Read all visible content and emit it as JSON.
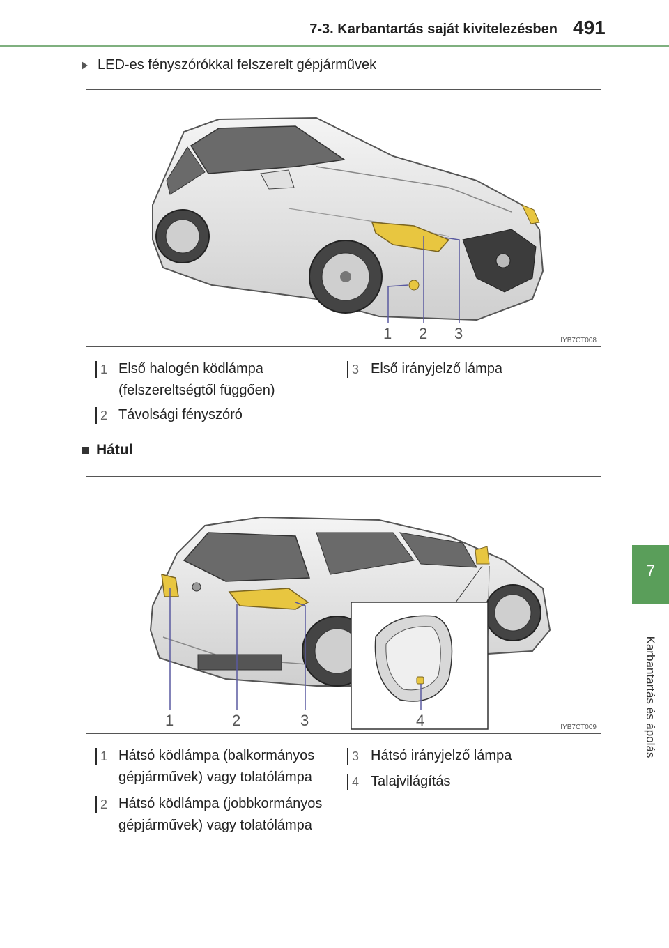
{
  "header": {
    "title": "7-3. Karbantartás saját kivitelezésben",
    "page_number": "491"
  },
  "side_tab": {
    "number": "7",
    "label": "Karbantartás és ápolás"
  },
  "front": {
    "subheading": "LED-es fényszórókkal felszerelt gépjárművek",
    "figure_code": "IYB7CT008",
    "callouts": [
      "1",
      "2",
      "3"
    ],
    "legend": [
      {
        "num": "1",
        "lines": [
          "Első halogén ködlámpa",
          "(felszereltségtől függően)"
        ]
      },
      {
        "num": "2",
        "lines": [
          "Távolsági fényszóró"
        ]
      },
      {
        "num": "3",
        "lines": [
          "Első irányjelző lámpa"
        ]
      }
    ]
  },
  "rear": {
    "heading": "Hátul",
    "figure_code": "IYB7CT009",
    "callouts": [
      "1",
      "2",
      "3",
      "4"
    ],
    "legend": [
      {
        "num": "1",
        "lines": [
          "Hátsó ködlámpa (balkormányos",
          "gépjárművek) vagy tolatólámpa"
        ]
      },
      {
        "num": "2",
        "lines": [
          "Hátsó ködlámpa (jobbkormányos",
          "gépjárművek) vagy tolatólámpa"
        ]
      },
      {
        "num": "3",
        "lines": [
          "Hátsó irányjelző lámpa"
        ]
      },
      {
        "num": "4",
        "lines": [
          "Talajvilágítás"
        ]
      }
    ]
  },
  "colors": {
    "accent_green": "#5a9e5a",
    "lamp_yellow": "#e8c640"
  }
}
